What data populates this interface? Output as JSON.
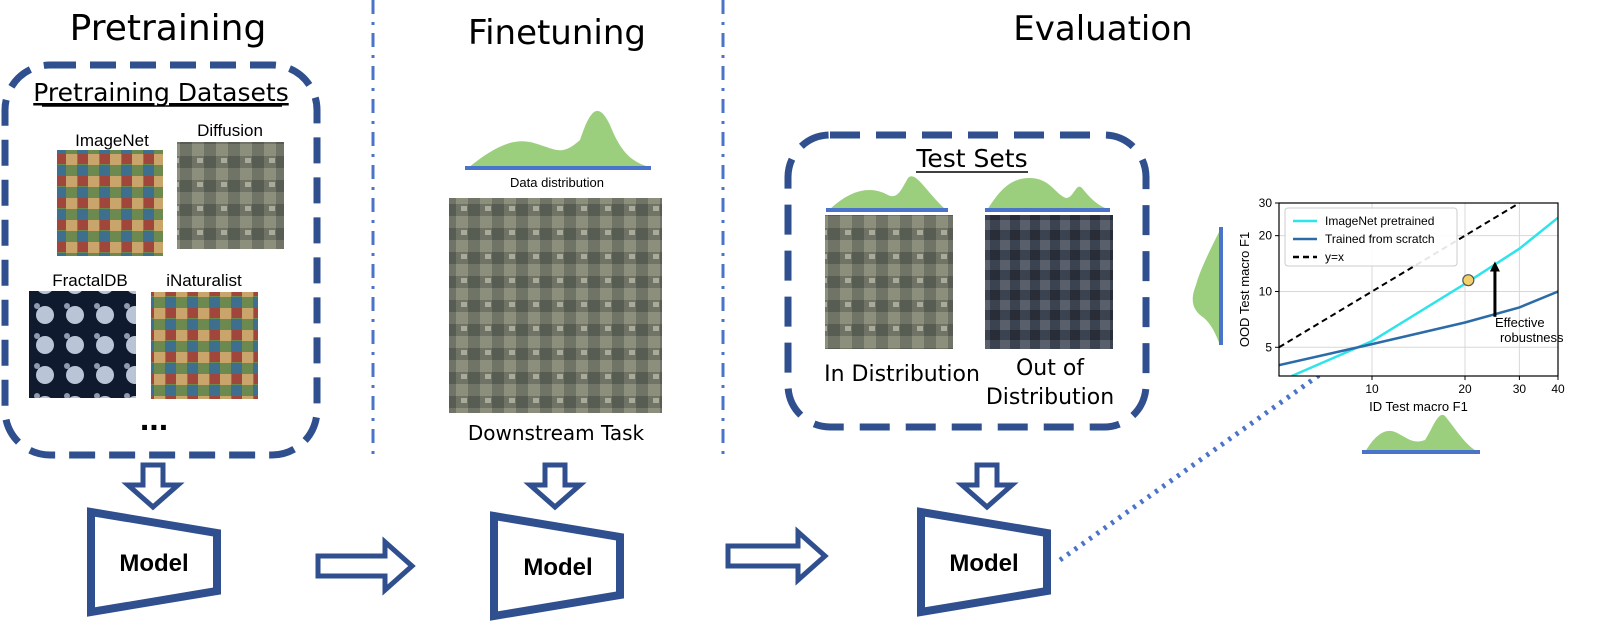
{
  "sections": {
    "pretraining": "Pretraining",
    "finetuning": "Finetuning",
    "evaluation": "Evaluation"
  },
  "pretraining": {
    "box_title": "Pretraining Datasets",
    "datasets": [
      "ImageNet",
      "Diffusion",
      "FractalDB",
      "iNaturalist"
    ],
    "ellipsis": "..."
  },
  "finetuning": {
    "distribution_label": "Data distribution",
    "task_label": "Downstream Task"
  },
  "evaluation": {
    "box_title": "Test Sets",
    "in_distribution": "In Distribution",
    "out_of_distribution_line1": "Out of",
    "out_of_distribution_line2": "Distribution"
  },
  "model_label": "Model",
  "colors": {
    "blue": "#2f4f8f",
    "green": "#9ccf7d",
    "line_blue": "#4a74c9",
    "cyan": "#2fe3ea",
    "dark_blue": "#2b6ca8",
    "marker": "#f2d06b"
  },
  "chart_data": {
    "type": "line",
    "xlabel": "ID Test macro F1",
    "ylabel": "OOD Test macro F1",
    "x_scale": "log",
    "y_scale": "log",
    "xlim": [
      5,
      40
    ],
    "ylim": [
      3.5,
      30
    ],
    "x_ticks": [
      10,
      20,
      30,
      40
    ],
    "y_ticks": [
      5,
      10,
      20,
      30
    ],
    "grid": true,
    "legend_position": "top-left",
    "series": [
      {
        "name": "ImageNet pretrained",
        "style": "solid",
        "color": "#2fe3ea",
        "points": [
          [
            5.5,
            3.5
          ],
          [
            10,
            5.4
          ],
          [
            20,
            11
          ],
          [
            30,
            17
          ],
          [
            40,
            25
          ]
        ]
      },
      {
        "name": "Trained from scratch",
        "style": "solid",
        "color": "#2b6ca8",
        "points": [
          [
            5,
            4.0
          ],
          [
            10,
            5.2
          ],
          [
            20,
            6.8
          ],
          [
            30,
            8.2
          ],
          [
            40,
            10
          ]
        ]
      },
      {
        "name": "y=x",
        "style": "dashed",
        "color": "#000000",
        "points": [
          [
            5,
            5
          ],
          [
            30,
            30
          ]
        ]
      }
    ],
    "highlight_point": [
      20.5,
      11.5
    ],
    "annotation": {
      "text_line1": "Effective",
      "text_line2": "robustness",
      "x": 25,
      "y_from": 7.3,
      "y_to": 14.5
    }
  }
}
